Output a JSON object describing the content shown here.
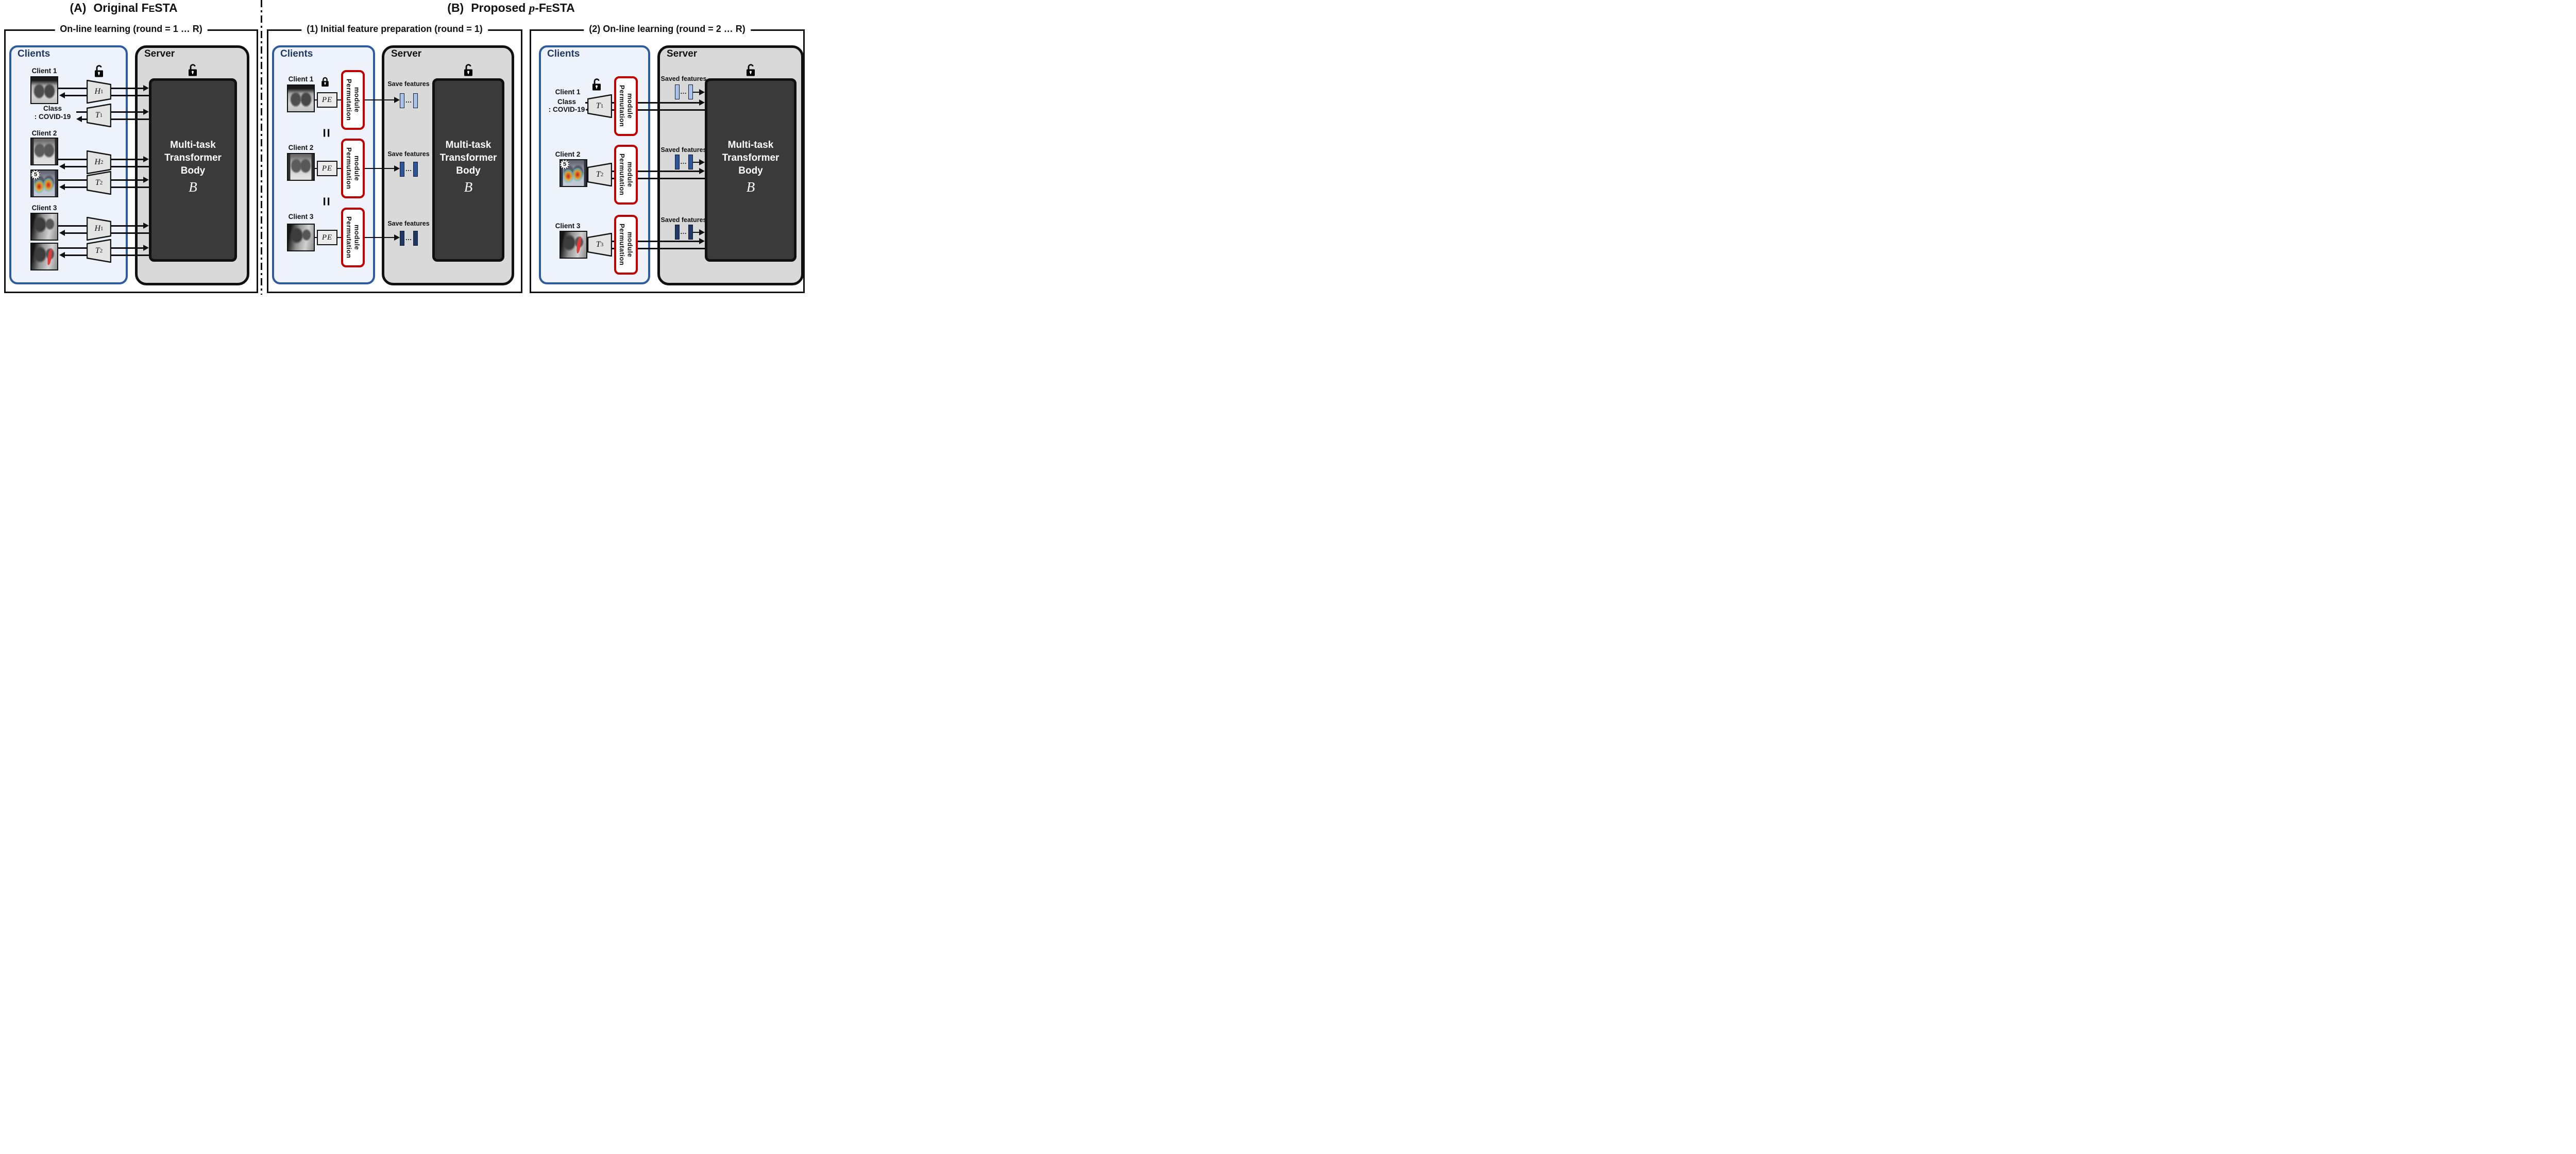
{
  "colors": {
    "ink": "#101010",
    "blue-border": "#2E5A9E",
    "clients-fill": "#EDF2FB",
    "clients-text": "#1F3864",
    "server-fill": "#D9D9D9",
    "body-fill": "#3A3A3A",
    "module-red": "#C00000",
    "feat-light": "#A9C3E8",
    "feat-mid": "#2E5597",
    "feat-dark": "#1F3864"
  },
  "titles": {
    "a": {
      "tag": "(A)",
      "word": "Original",
      "brand_f": "F",
      "brand_e": "E",
      "brand_rest": "STA"
    },
    "b": {
      "tag": "(B)",
      "word": "Proposed",
      "p": "p",
      "brand_f": "-F",
      "brand_e": "E",
      "brand_rest": "STA"
    }
  },
  "common": {
    "clients": "Clients",
    "server": "Server",
    "body_line1": "Multi-task",
    "body_line2": "Transformer",
    "body_line3": "Body",
    "body_symbol": "B",
    "client1": "Client 1",
    "client2": "Client 2",
    "client3": "Client 3",
    "class_line1": "Class",
    "class_line2": ": COVID-19",
    "badge": "5",
    "pe": "PE",
    "perm_line1": "Permutation",
    "perm_line2": "module",
    "save_features": "Save features",
    "saved_features": "Saved features",
    "dots": "…",
    "equals": "="
  },
  "panelA": {
    "header": "On-line learning (round = 1 … R)",
    "modules": [
      {
        "l": "H",
        "s": "1"
      },
      {
        "l": "T",
        "s": "1"
      },
      {
        "l": "H",
        "s": "2"
      },
      {
        "l": "T",
        "s": "2"
      },
      {
        "l": "H",
        "s": "1"
      },
      {
        "l": "T",
        "s": "2"
      }
    ]
  },
  "panelB1": {
    "header": "(1) Initial feature preparation (round = 1)"
  },
  "panelB2": {
    "header": "(2) On-line learning (round = 2 … R)",
    "modules": [
      {
        "l": "T",
        "s": "1"
      },
      {
        "l": "T",
        "s": "2"
      },
      {
        "l": "T",
        "s": "3"
      }
    ]
  }
}
